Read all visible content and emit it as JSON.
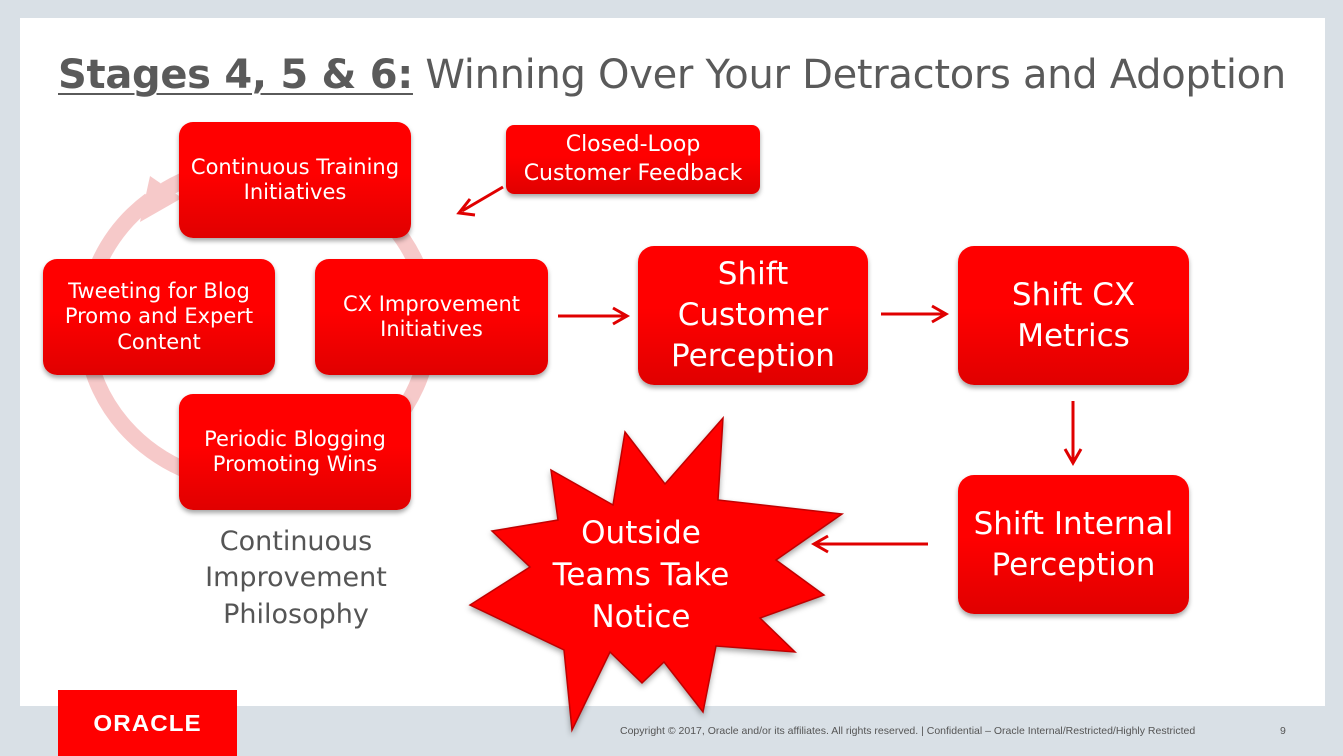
{
  "title": {
    "lead": "Stages 4, 5 & 6:",
    "rest": " Winning Over Your Detractors and Adoption"
  },
  "cycle": {
    "top": "Continuous Training Initiatives",
    "left": "Tweeting for Blog Promo and Expert Content",
    "right": "CX Improvement Initiatives",
    "bottom": "Periodic Blogging Promoting Wins",
    "caption": "Continuous Improvement Philosophy"
  },
  "feedback": "Closed-Loop Customer Feedback",
  "flow": {
    "shift_customer": "Shift Customer Perception",
    "shift_metrics": "Shift CX Metrics",
    "shift_internal": "Shift Internal Perception",
    "outside_teams": "Outside Teams Take Notice"
  },
  "footer": {
    "logo": "ORACLE",
    "copyright": "Copyright © 2017, Oracle and/or its affiliates. All rights reserved.  |  Confidential – Oracle Internal/Restricted/Highly Restricted",
    "page_number": "9"
  },
  "colors": {
    "accent": "#ff0000",
    "title_text": "#5a5a5a",
    "cycle_ring": "#f6c9c9"
  }
}
